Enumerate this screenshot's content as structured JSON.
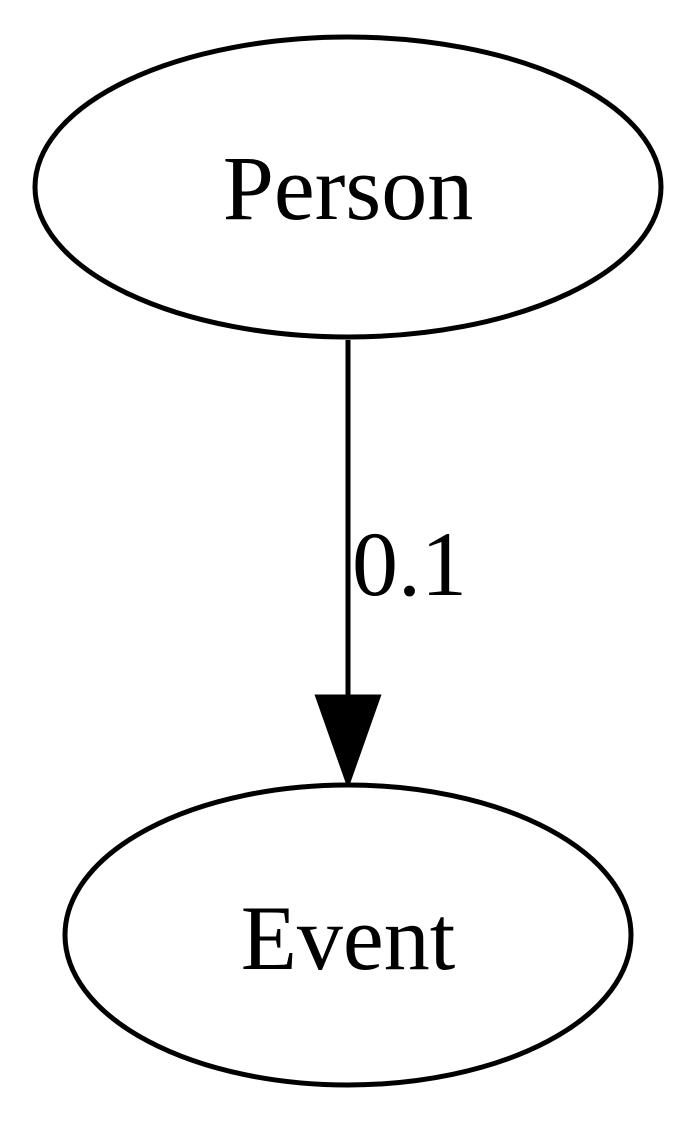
{
  "graph": {
    "nodes": [
      {
        "id": "person",
        "label": "Person"
      },
      {
        "id": "event",
        "label": "Event"
      }
    ],
    "edges": [
      {
        "from": "person",
        "to": "event",
        "label": "0.1"
      }
    ]
  },
  "colors": {
    "stroke": "#000000",
    "fill": "#ffffff",
    "text": "#000000"
  }
}
